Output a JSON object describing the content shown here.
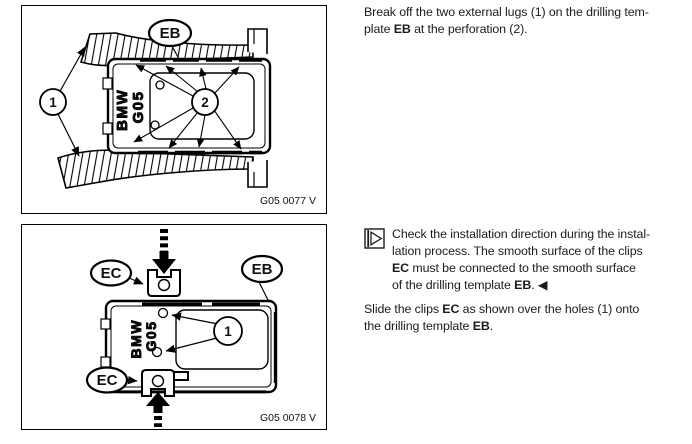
{
  "page": {
    "background": "#ffffff",
    "text_color": "#1b1b1b",
    "line_color": "#000000"
  },
  "figures": [
    {
      "caption": "G05 0077 V",
      "callout_eb": "EB",
      "callout_1": "1",
      "callout_2": "2",
      "template_text": [
        "BMW",
        "G05"
      ]
    },
    {
      "caption": "G05 0078 V",
      "callout_eb": "EB",
      "callout_ec_top": "EC",
      "callout_ec_bottom": "EC",
      "callout_1": "1",
      "template_text": [
        "BMW",
        "G05"
      ]
    }
  ],
  "instructions": {
    "step1_lines": [
      [
        {
          "t": "Break off the two external lugs (1) on the drilling tem-"
        }
      ],
      [
        {
          "t": "plate "
        },
        {
          "t": "EB",
          "b": true
        },
        {
          "t": " at the perforation (2)."
        }
      ]
    ],
    "note": {
      "icon": "installation-direction-note-icon",
      "lines": [
        [
          {
            "t": "Check the installation direction during the instal-"
          }
        ],
        [
          {
            "t": "lation process. The smooth surface of the clips"
          }
        ],
        [
          {
            "t": "EC",
            "b": true
          },
          {
            "t": " must be connected to the smooth surface"
          }
        ],
        [
          {
            "t": "of the drilling template "
          },
          {
            "t": "EB",
            "b": true
          },
          {
            "t": ". ◀"
          }
        ]
      ]
    },
    "step2_lines": [
      [
        {
          "t": "Slide the clips "
        },
        {
          "t": "EC",
          "b": true
        },
        {
          "t": " as shown over the holes (1) onto"
        }
      ],
      [
        {
          "t": "the drilling template "
        },
        {
          "t": "EB",
          "b": true
        },
        {
          "t": "."
        }
      ]
    ]
  }
}
